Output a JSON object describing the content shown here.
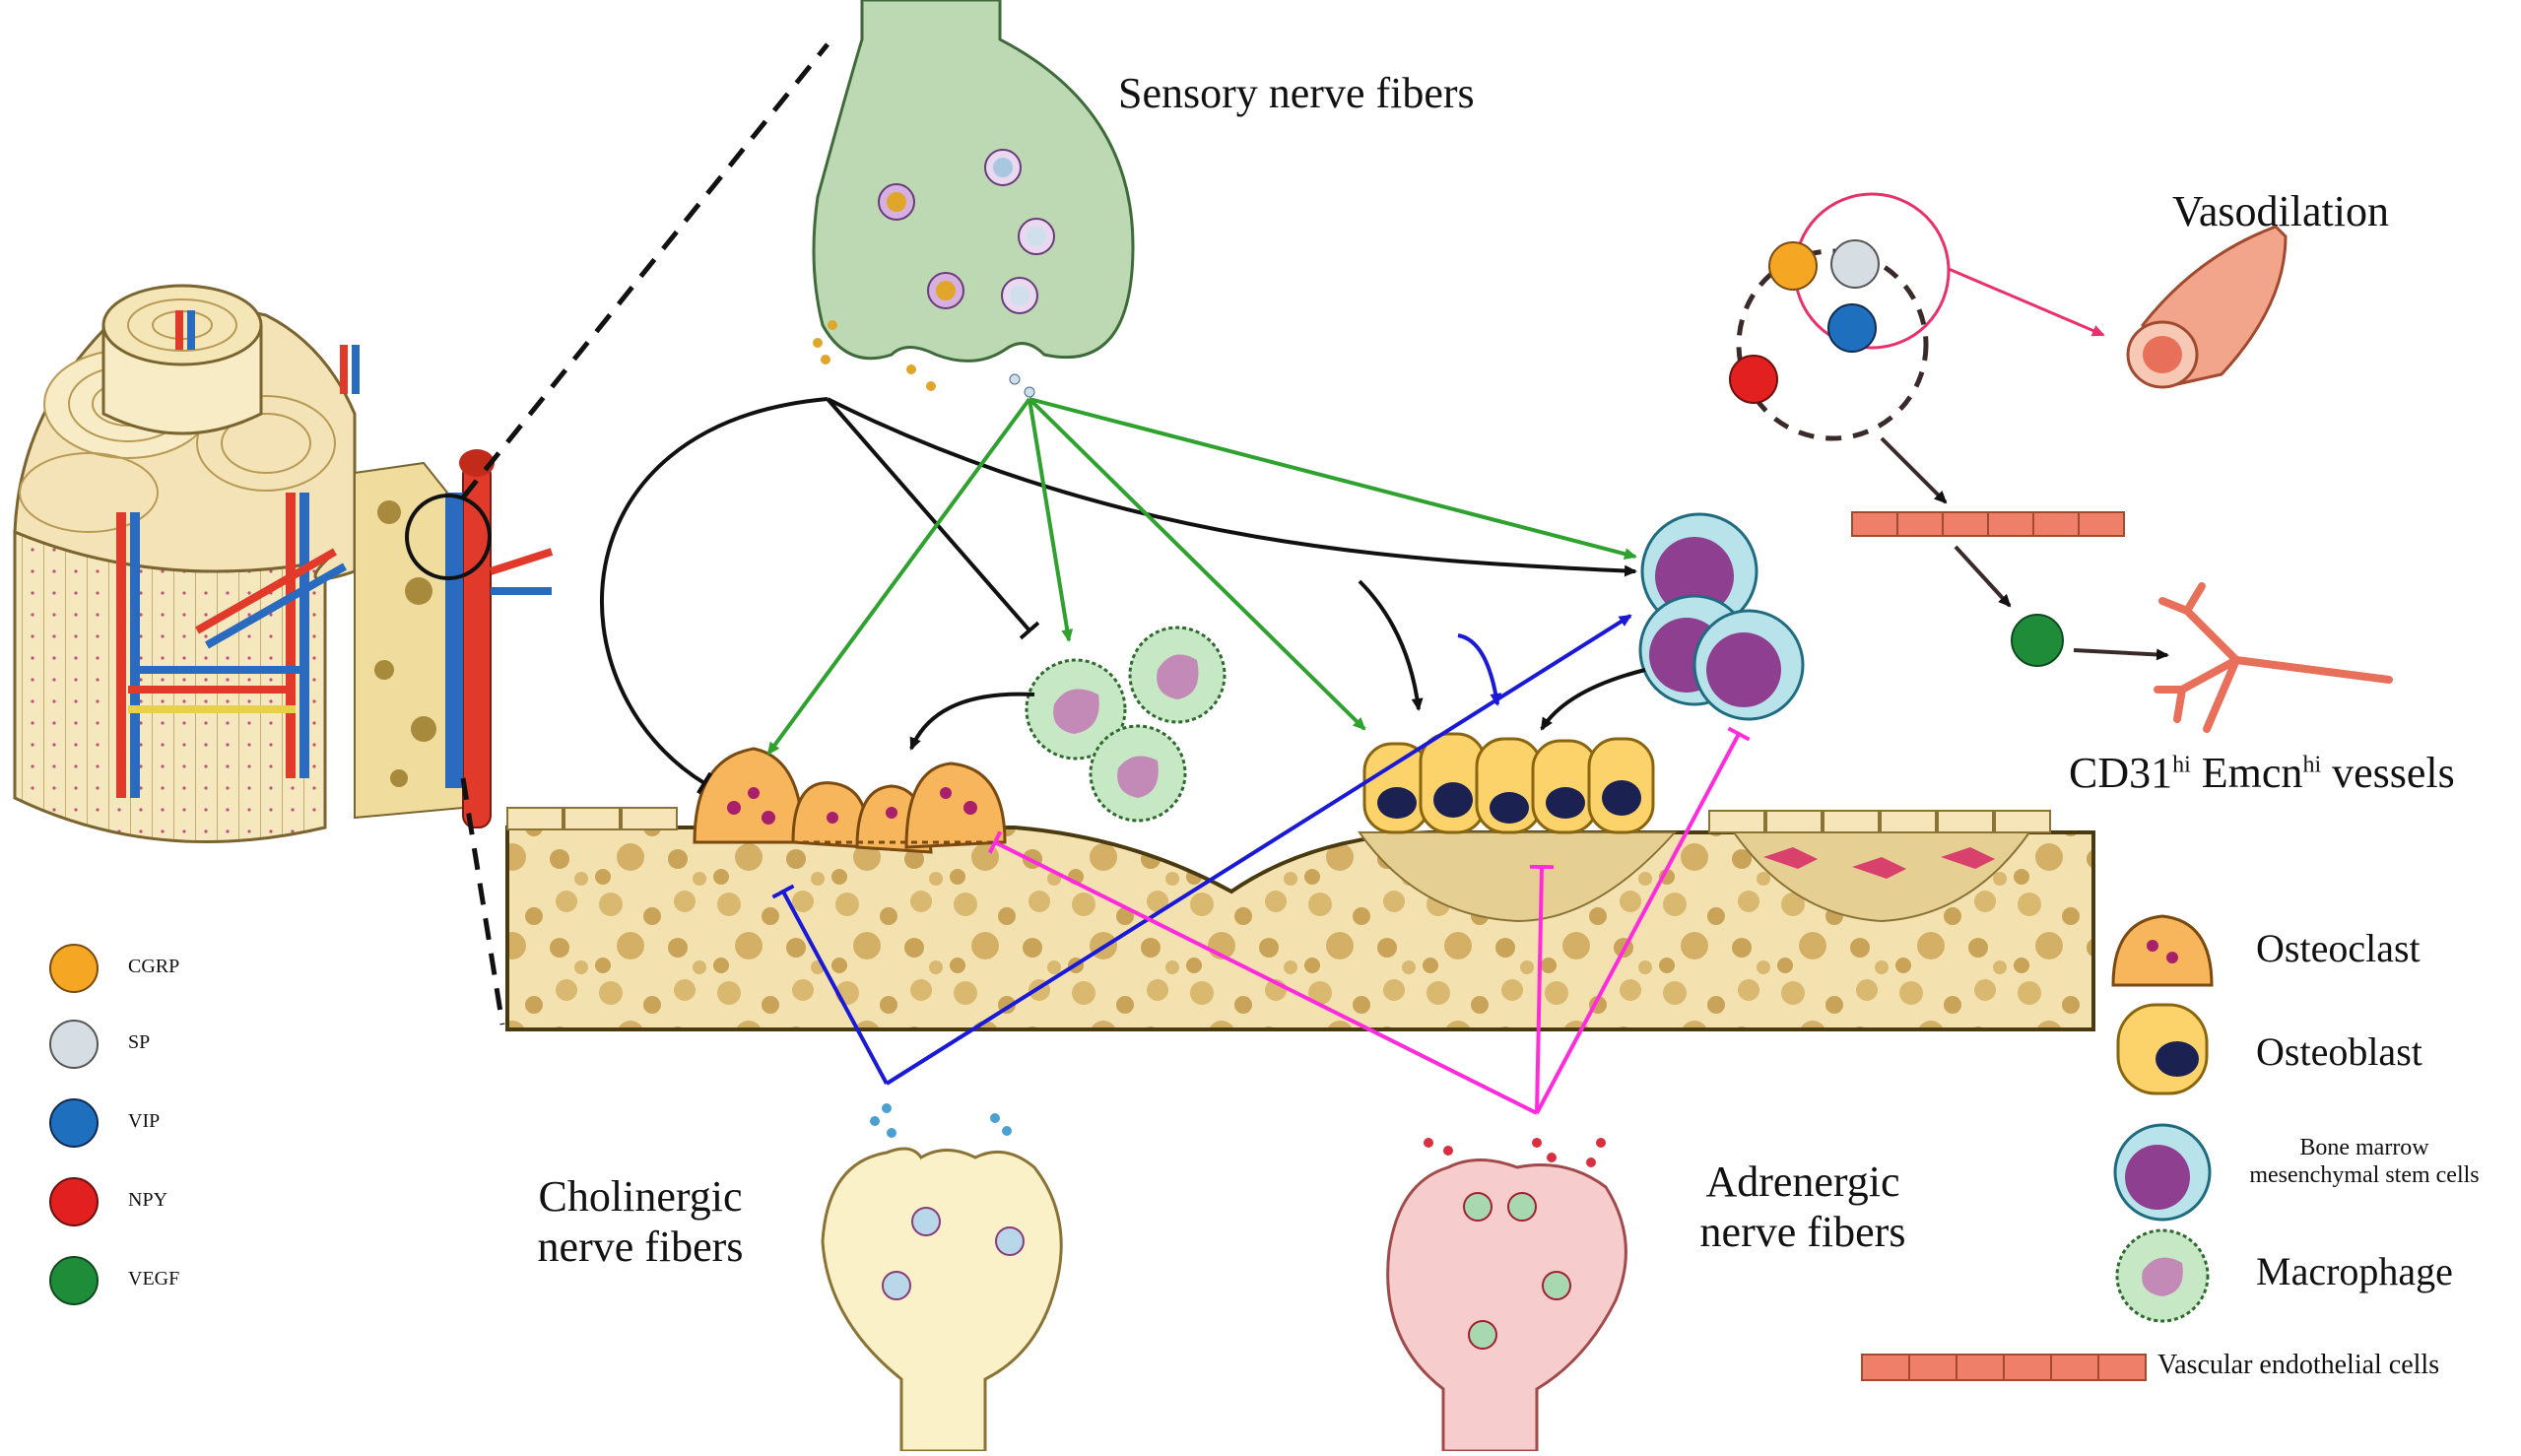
{
  "labels": {
    "sensory": "Sensory nerve  fibers",
    "vasodilation": "Vasodilation",
    "cd31_prefix": "CD31",
    "cd31_sup1": "hi",
    "cd31_mid": " Emcn",
    "cd31_sup2": "hi",
    "cd31_suffix": " vessels",
    "cholinergic_1": "Cholinergic",
    "cholinergic_2": "nerve fibers",
    "adrenergic_1": "Adrenergic",
    "adrenergic_2": "nerve fibers"
  },
  "neuropeptide_legend": [
    {
      "label": "CGRP",
      "color": "#f5a623"
    },
    {
      "label": "SP",
      "color": "#d6dde3"
    },
    {
      "label": "VIP",
      "color": "#1f6fbf"
    },
    {
      "label": "NPY",
      "color": "#e32020"
    },
    {
      "label": "VEGF",
      "color": "#1f8c3a"
    }
  ],
  "cell_legend": {
    "osteoclast": "Osteoclast",
    "osteoblast": "Osteoblast",
    "bmsc_1": "Bone marrow",
    "bmsc_2": "mesenchymal stem cells",
    "macrophage": "Macrophage",
    "endothelial": "Vascular endothelial cells"
  },
  "colors": {
    "black_arrow": "#111111",
    "green_arrow": "#2ea12e",
    "blue_arrow": "#1a1ad6",
    "magenta_arrow": "#ff2bdc",
    "pink_arrow": "#e8306a",
    "bone": "#f3e2b0",
    "sensory_nerve": "#bcd9b4",
    "cholinergic_nerve": "#fbf1c8",
    "adrenergic_nerve": "#f7cccc"
  }
}
